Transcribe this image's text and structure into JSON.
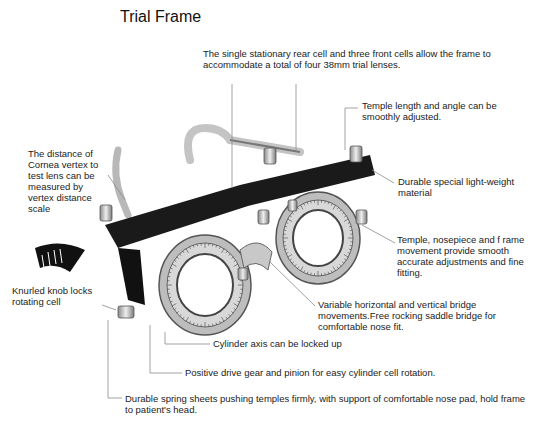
{
  "diagram": {
    "title": "Trial Frame",
    "labels": [
      "The single stationary rear cell and three front cells allow the frame to accommodate a total of four 38mm trial lenses.",
      "Temple length and angle can be smoothly adjusted.",
      "The distance of Cornea vertex to test lens can be measured by vertex distance scale",
      "Durable special light-weight material",
      "Temple, nosepiece and f rame movement provide smooth accurate adjustments and fine fitting.",
      "Knurled knob locks rotating cell",
      "Variable horizontal and vertical bridge movements.Free rocking saddle bridge for comfortable nose fit.",
      "Cylinder axis can be locked up",
      "Positive drive gear and pinion for easy cylinder cell rotation.",
      "Durable spring sheets pushing temples firmly, with support of comfortable nose pad, hold frame to patient's head."
    ]
  }
}
